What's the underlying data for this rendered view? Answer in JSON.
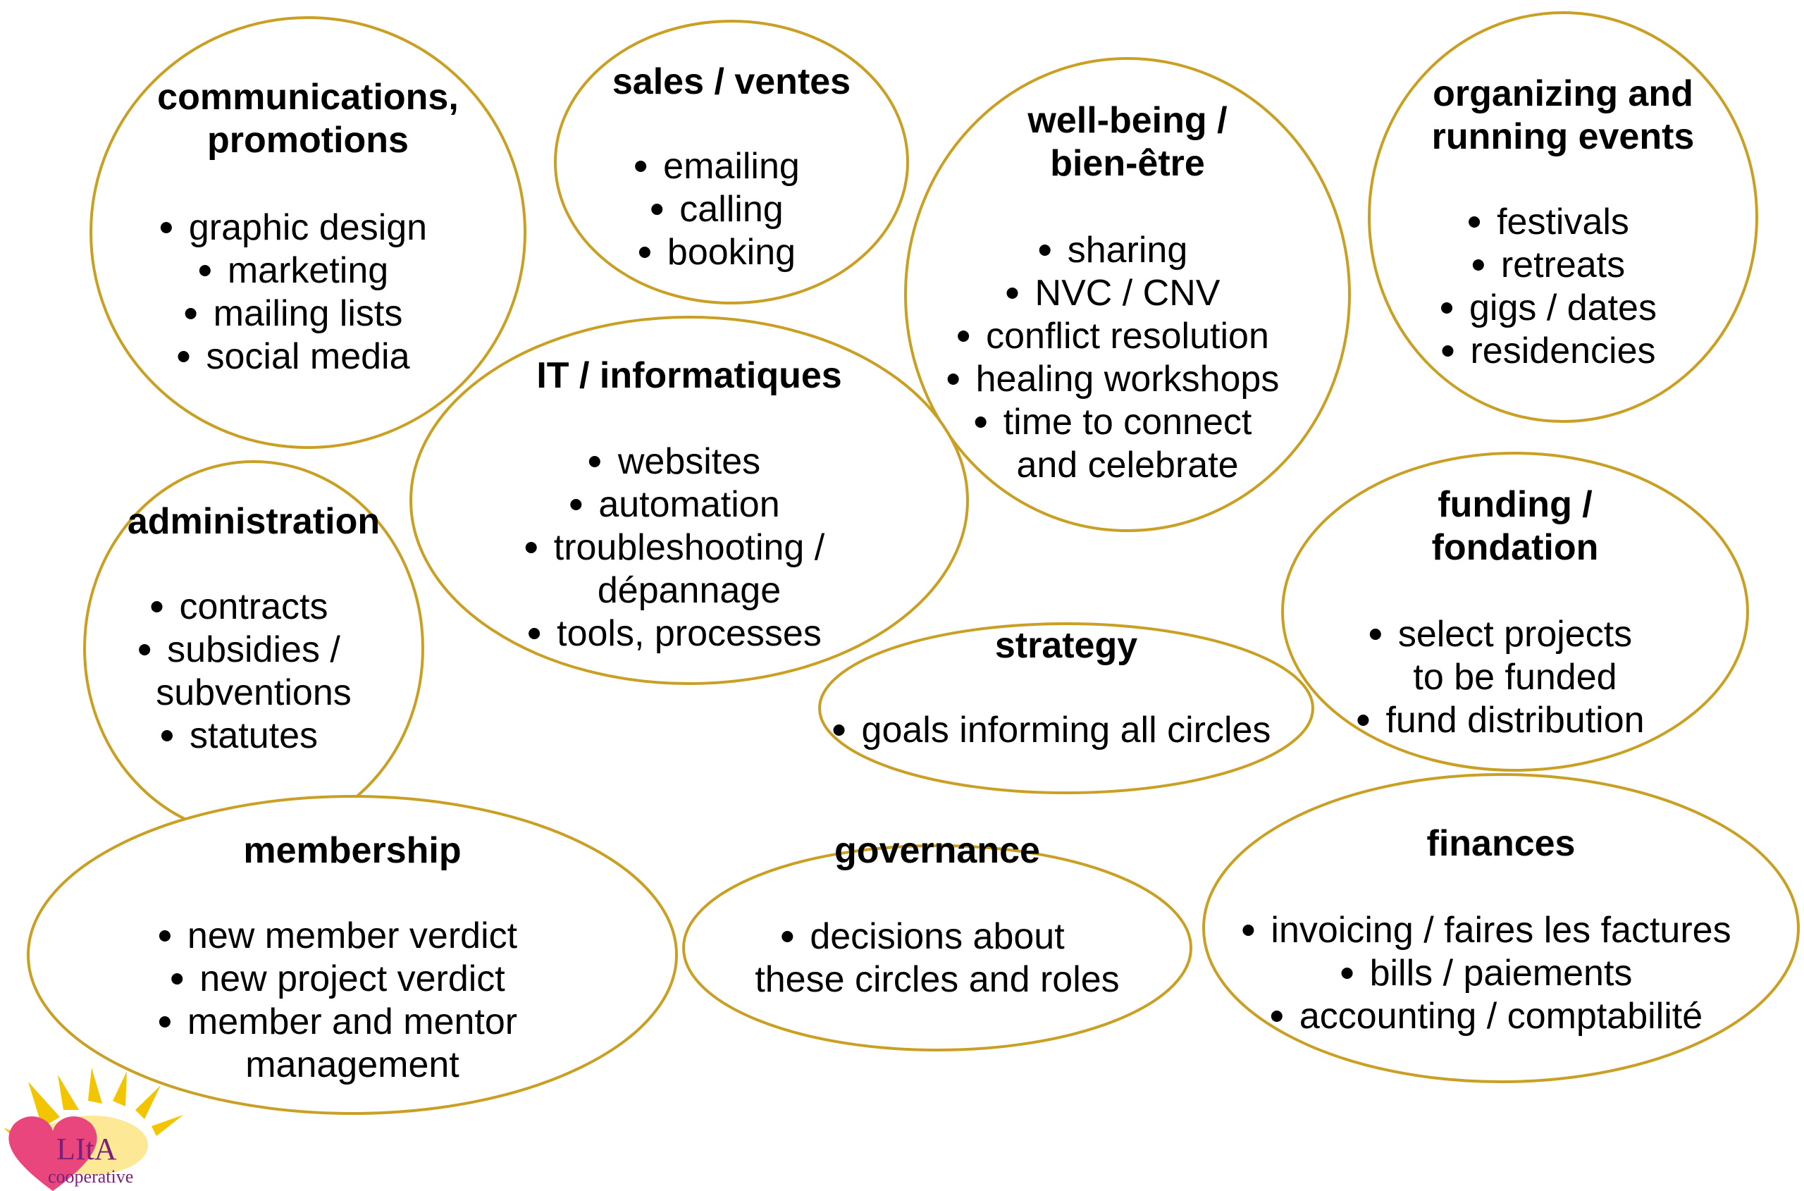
{
  "circles": [
    {
      "id": "communications",
      "title": [
        "communications,",
        "promotions"
      ],
      "items": [
        [
          "graphic design"
        ],
        [
          "marketing"
        ],
        [
          "mailing lists"
        ],
        [
          "social media"
        ]
      ]
    },
    {
      "id": "sales",
      "title": [
        "sales / ventes"
      ],
      "items": [
        [
          "emailing"
        ],
        [
          "calling"
        ],
        [
          "booking"
        ]
      ]
    },
    {
      "id": "wellbeing",
      "title": [
        "well-being /",
        "bien-être"
      ],
      "items": [
        [
          "sharing"
        ],
        [
          "NVC / CNV"
        ],
        [
          "conflict resolution"
        ],
        [
          "healing workshops"
        ],
        [
          "time to connect",
          "and celebrate"
        ]
      ]
    },
    {
      "id": "events",
      "title": [
        "organizing and",
        "running events"
      ],
      "items": [
        [
          "festivals"
        ],
        [
          "retreats"
        ],
        [
          "gigs / dates"
        ],
        [
          "residencies"
        ]
      ]
    },
    {
      "id": "it",
      "title": [
        "IT / informatiques"
      ],
      "items": [
        [
          "websites"
        ],
        [
          "automation"
        ],
        [
          "troubleshooting /",
          "dépannage"
        ],
        [
          "tools, processes"
        ]
      ]
    },
    {
      "id": "administration",
      "title": [
        "administration"
      ],
      "items": [
        [
          "contracts"
        ],
        [
          "subsidies /",
          "subventions"
        ],
        [
          "statutes"
        ]
      ]
    },
    {
      "id": "funding",
      "title": [
        "funding /",
        "fondation"
      ],
      "items": [
        [
          "select projects",
          "to be funded"
        ],
        [
          "fund distribution"
        ]
      ]
    },
    {
      "id": "strategy",
      "title": [
        "strategy"
      ],
      "items": [
        [
          "goals informing all circles"
        ]
      ]
    },
    {
      "id": "membership",
      "title": [
        "membership"
      ],
      "items": [
        [
          "new member verdict"
        ],
        [
          "new project verdict"
        ],
        [
          "member and mentor",
          "management"
        ]
      ]
    },
    {
      "id": "governance",
      "title": [
        "governance"
      ],
      "items": [
        [
          "decisions about",
          "these circles and roles"
        ]
      ]
    },
    {
      "id": "finances",
      "title": [
        "finances"
      ],
      "items": [
        [
          "invoicing / faires les factures"
        ],
        [
          "bills / paiements"
        ],
        [
          "accounting / comptabilité"
        ]
      ]
    }
  ],
  "logo": {
    "name": "LItA",
    "subtitle": "cooperative",
    "colors": {
      "heart": "#e8467c",
      "sun": "#f2c500",
      "text": "#7a1f7a"
    }
  },
  "colors": {
    "outline": "#c9a024",
    "text": "#000000",
    "background": "#ffffff"
  }
}
